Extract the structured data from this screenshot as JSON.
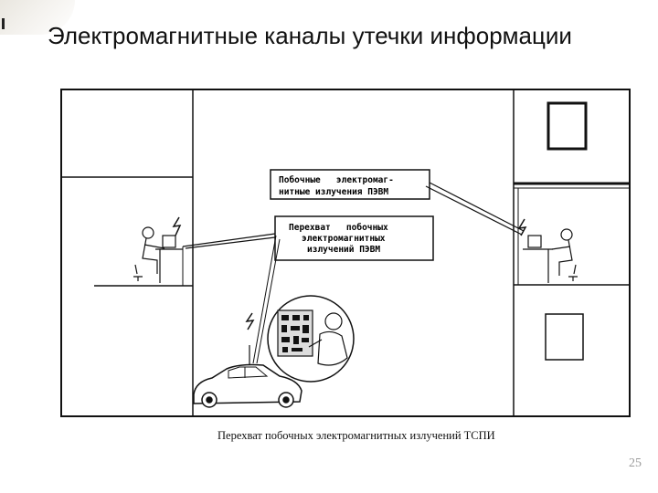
{
  "slide": {
    "title": "Электромагнитные каналы утечки информации",
    "page_number": "25"
  },
  "diagram": {
    "label_side_emissions_line1": "Побочные   электромаг-",
    "label_side_emissions_line2": "нитные излучения ПЭВМ",
    "label_interception_line1": "Перехват   побочных",
    "label_interception_line2": "электромагнитных",
    "label_interception_line3": "излучений ПЭВМ",
    "caption": "Перехват побочных электромагнитных излучений ТСПИ"
  }
}
